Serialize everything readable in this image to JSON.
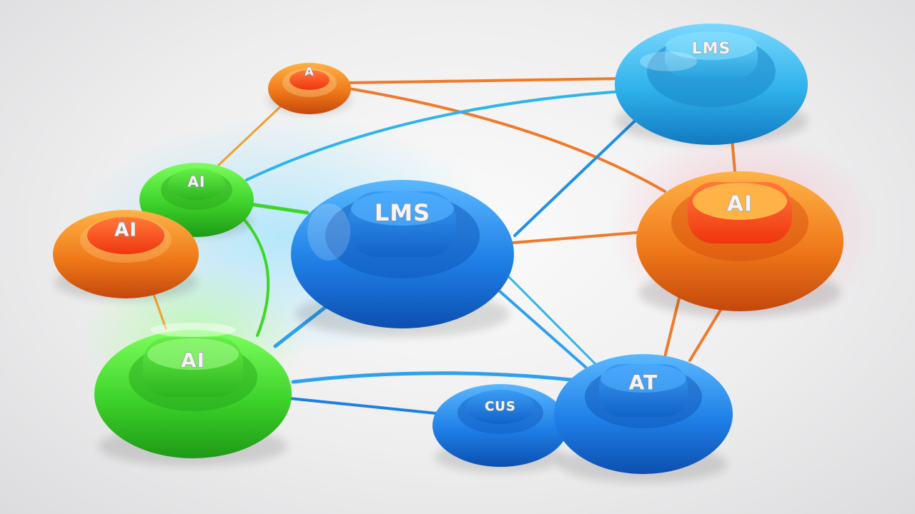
{
  "scene": {
    "background": "#f0f0f1",
    "nodes": [
      {
        "id": "lms-top-right",
        "label": "LMS",
        "color": "cyan"
      },
      {
        "id": "small-orange-top",
        "label": "A",
        "color": "orange"
      },
      {
        "id": "green-small",
        "label": "AI",
        "color": "green"
      },
      {
        "id": "orange-left",
        "label": "AI",
        "color": "orange"
      },
      {
        "id": "lms-center",
        "label": "LMS",
        "color": "blue"
      },
      {
        "id": "orange-right",
        "label": "AI",
        "color": "orange"
      },
      {
        "id": "green-large",
        "label": "AI",
        "color": "green"
      },
      {
        "id": "small-blue-bottom",
        "label": "CUS",
        "color": "blue"
      },
      {
        "id": "blue-bottom-right",
        "label": "AT",
        "color": "blue"
      }
    ],
    "colors": {
      "orange": "#f07a1a",
      "green": "#3fd62a",
      "blue": "#1e7fe0",
      "cyan": "#2fb4ea",
      "red": "#ff3b1f"
    }
  }
}
